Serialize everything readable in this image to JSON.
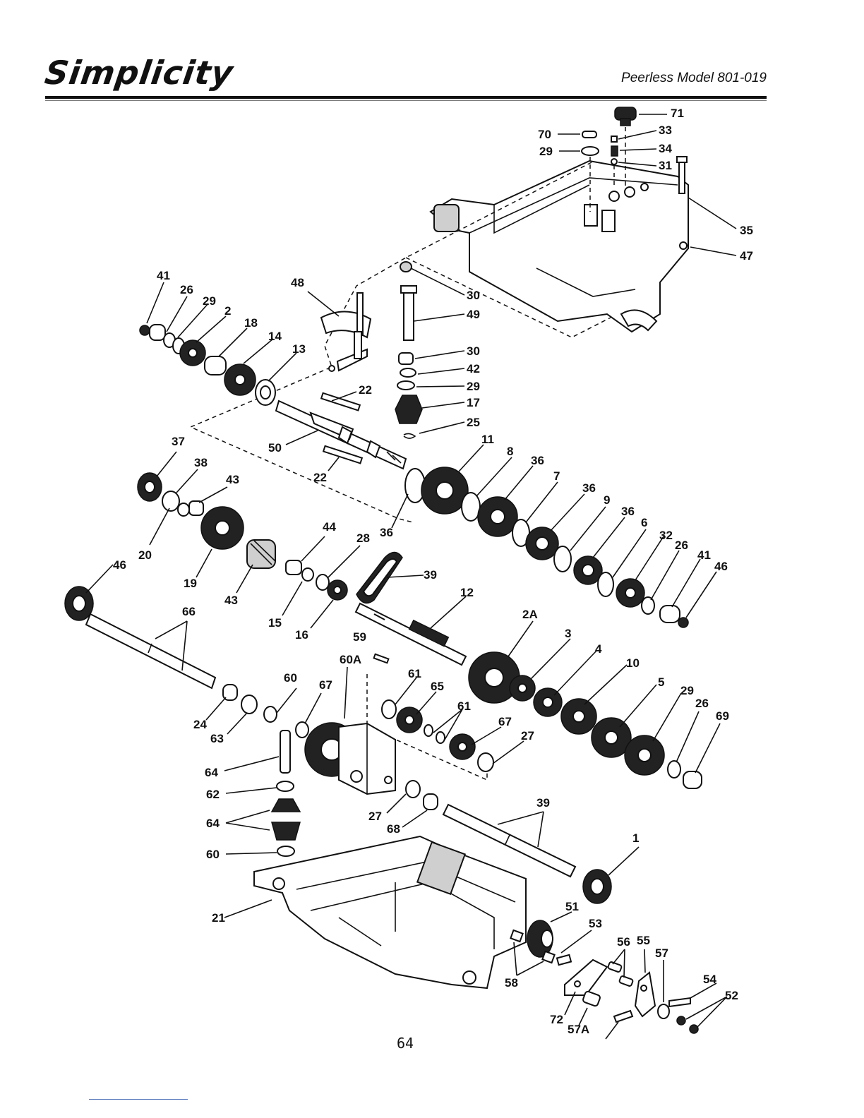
{
  "header": {
    "brand": "Simplicity",
    "model": "Peerless Model 801-019"
  },
  "page_number": "64",
  "labels": [
    "71",
    "70",
    "33",
    "29",
    "34",
    "31",
    "35",
    "47",
    "30",
    "49",
    "48",
    "41",
    "26",
    "29",
    "2",
    "18",
    "14",
    "13",
    "30",
    "42",
    "29",
    "17",
    "25",
    "22",
    "50",
    "22",
    "37",
    "38",
    "43",
    "11",
    "36",
    "8",
    "36",
    "7",
    "36",
    "9",
    "36",
    "6",
    "32",
    "26",
    "41",
    "46",
    "20",
    "19",
    "43",
    "44",
    "28",
    "39",
    "46",
    "15",
    "16",
    "12",
    "2A",
    "3",
    "4",
    "10",
    "5",
    "29",
    "26",
    "69",
    "66",
    "59",
    "60A",
    "60",
    "67",
    "61",
    "65",
    "61",
    "67",
    "27",
    "24",
    "63",
    "64",
    "62",
    "64",
    "60",
    "27",
    "68",
    "39",
    "1",
    "21",
    "51",
    "53",
    "56",
    "55",
    "57",
    "54",
    "52",
    "58",
    "72",
    "57A"
  ]
}
